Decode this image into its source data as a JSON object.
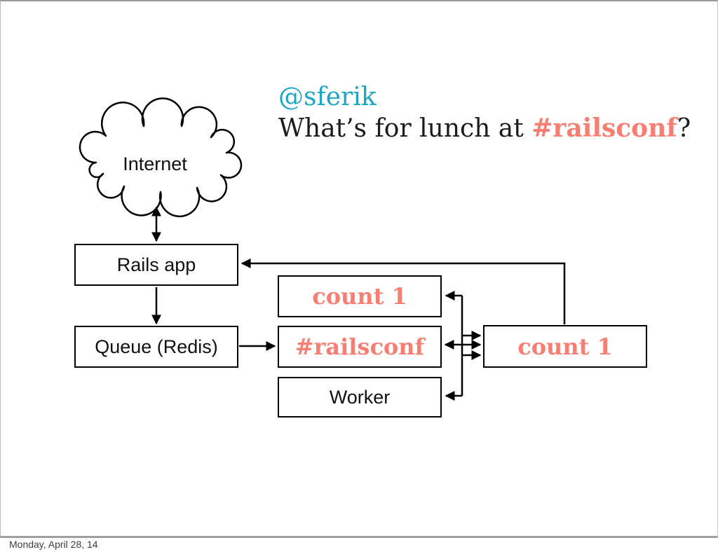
{
  "slide": {
    "headline": {
      "handle": "@sferik",
      "question_prefix": "What’s for lunch at ",
      "hashtag": "#railsconf",
      "question_suffix": "?"
    },
    "nodes": {
      "internet": "Internet",
      "rails_app": "Rails app",
      "queue": "Queue (Redis)",
      "count_top": "count 1",
      "hashtag_box": "#railsconf",
      "worker": "Worker",
      "count_right": "count 1"
    },
    "colors": {
      "accent_teal": "#1ca6c6",
      "accent_salmon": "#f87d72",
      "line_black": "#000000",
      "slide_border_gray": "#a0a0a0"
    },
    "footer": "Monday, April 28, 14"
  }
}
